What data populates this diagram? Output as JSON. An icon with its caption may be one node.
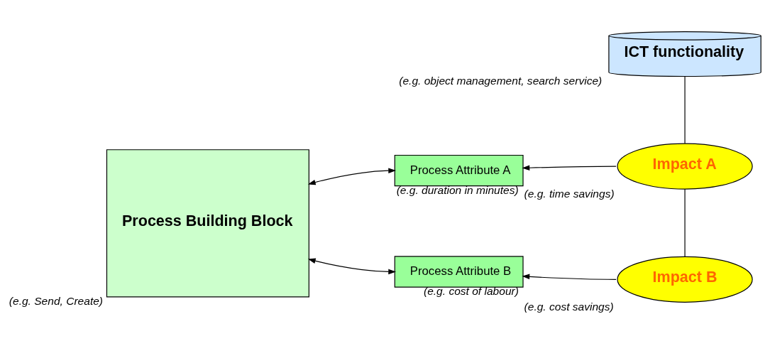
{
  "diagram": {
    "nodes": [
      {
        "text": [
          "Process Building Block"
        ],
        "beside": [
          "(e.g. Send, Create)"
        ]
      },
      {
        "text": [
          "Process Attribute A"
        ],
        "beside": [
          "(e.g. duration in minutes)"
        ]
      },
      {
        "text": [
          "Process Attribute B"
        ],
        "beside": [
          "(e.g. cost of labour)"
        ]
      },
      {
        "text": [
          "ICT functionality"
        ],
        "beside": [
          "(e.g. object management, search service)"
        ]
      },
      {
        "text": [
          "Impact A"
        ],
        "beside": [
          "(e.g. time savings)"
        ]
      },
      {
        "text": [
          "Impact B"
        ],
        "beside": [
          "(e.g. cost savings)"
        ]
      }
    ],
    "edges": [
      {
        "from": 0,
        "to": 1,
        "arrow": "both"
      },
      {
        "from": 0,
        "to": 2,
        "arrow": "both"
      },
      {
        "from": 4,
        "to": 1,
        "arrow": "to"
      },
      {
        "from": 5,
        "to": 2,
        "arrow": "to"
      },
      {
        "from": 3,
        "to": 4,
        "arrow": "none"
      },
      {
        "from": 4,
        "to": 5,
        "arrow": "none"
      }
    ]
  }
}
